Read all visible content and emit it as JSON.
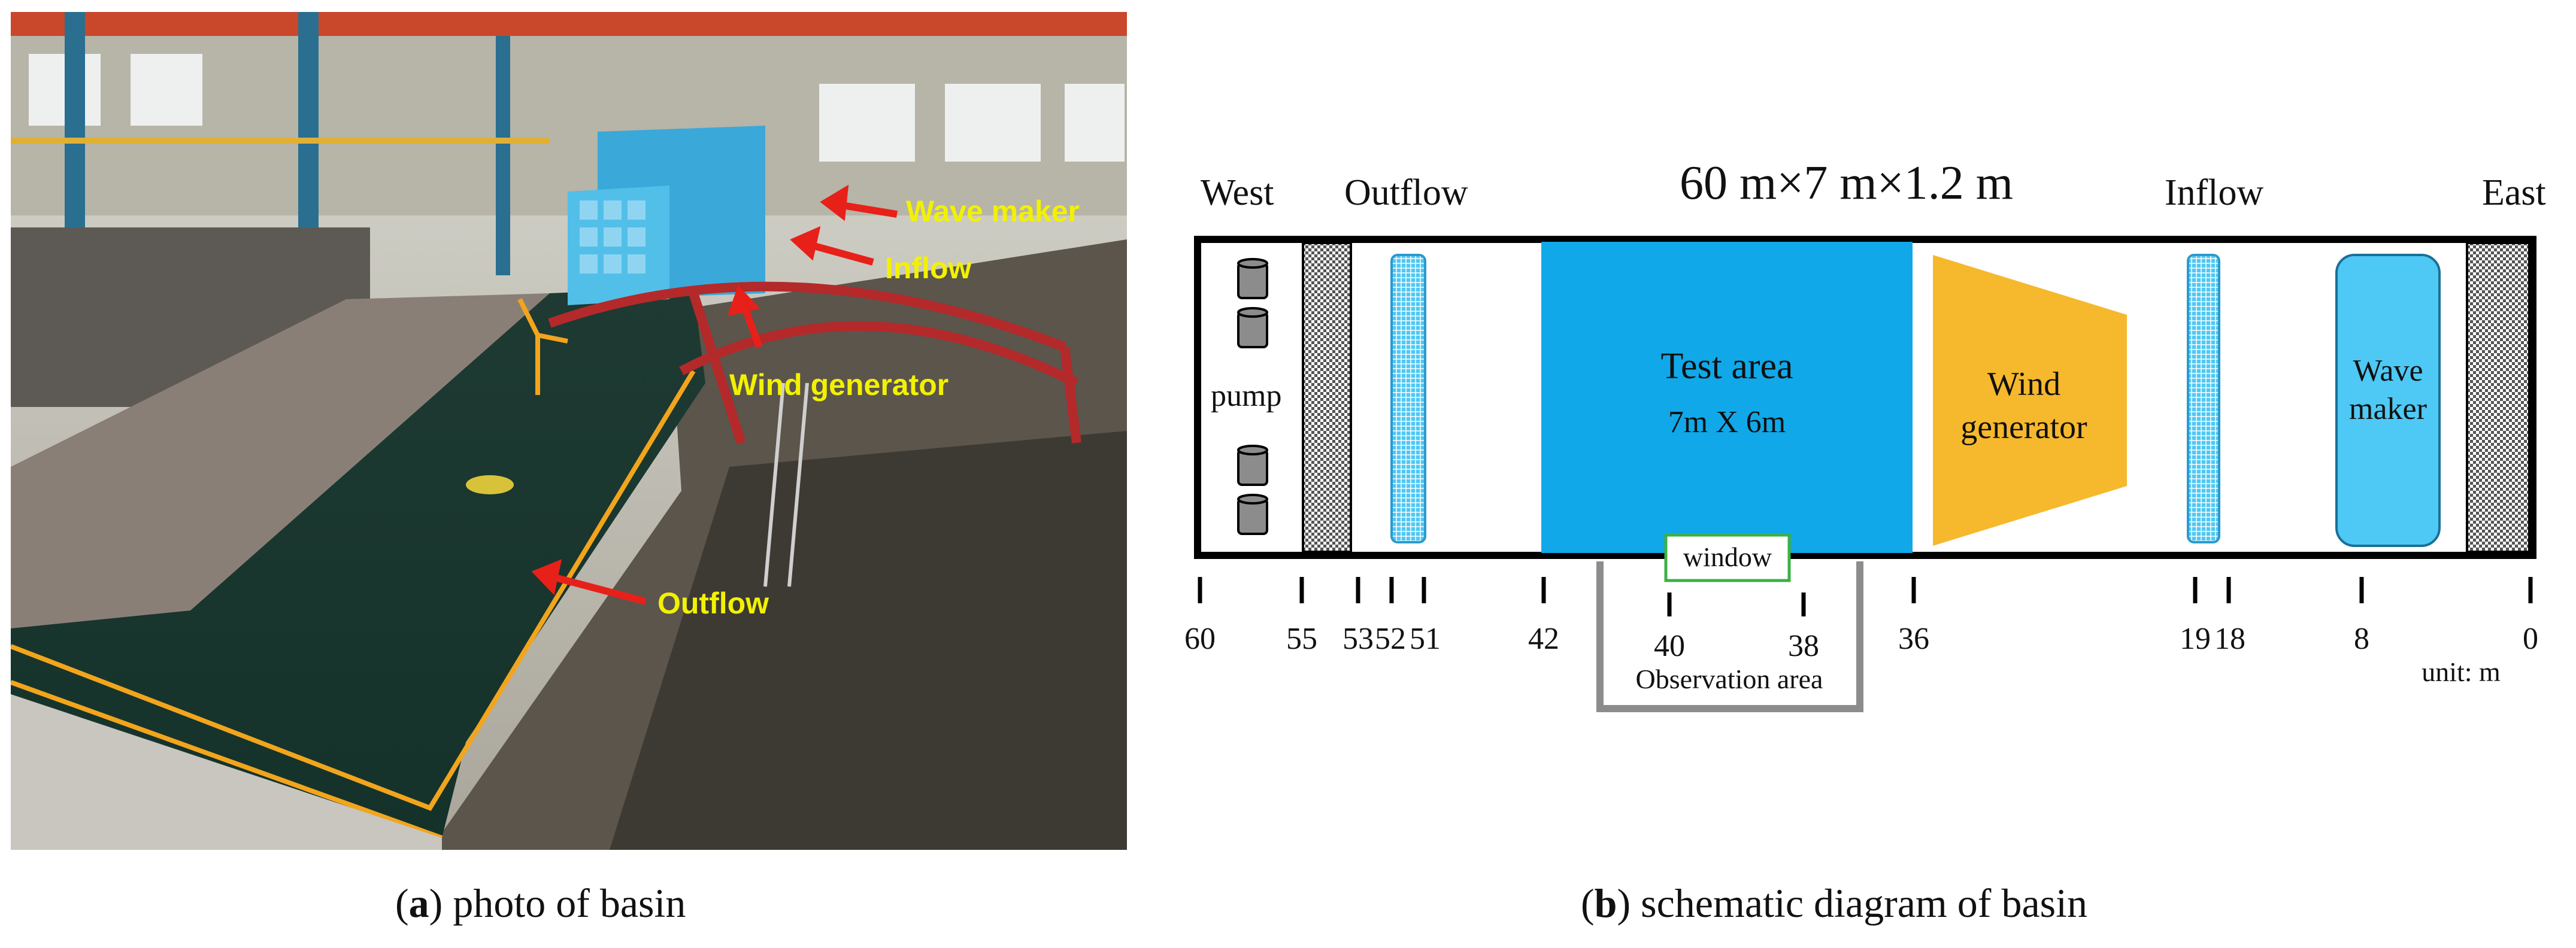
{
  "photo": {
    "labels": {
      "wave_maker": "Wave maker",
      "inflow": "Inflow",
      "wind_generator": "Wind generator",
      "outflow": "Outflow"
    },
    "colors": {
      "label": "#f2f200",
      "arrow": "#e8201a"
    }
  },
  "schematic": {
    "title": "60 m×7 m×1.2 m",
    "direction_labels": {
      "west": "West",
      "outflow": "Outflow",
      "inflow": "Inflow",
      "east": "East"
    },
    "pump_label": "pump",
    "test_area": {
      "line1": "Test area",
      "line2": "7m X 6m"
    },
    "wind_generator": {
      "line1": "Wind",
      "line2": "generator"
    },
    "wave_maker": {
      "line1": "Wave",
      "line2": "maker"
    },
    "window_label": "window",
    "observation_label": "Observation area",
    "ticks": {
      "t60": "60",
      "t55": "55",
      "t53": "53",
      "t52": "52",
      "t51": "51",
      "t42": "42",
      "t40": "40",
      "t38": "38",
      "t36": "36",
      "t19": "19",
      "t18": "18",
      "t8": "8",
      "t0": "0"
    },
    "unit": "unit: m",
    "colors": {
      "test_area": "#10a8e8",
      "wind_generator": "#f6b82c",
      "wave_maker": "#4ec8f4",
      "window_border": "#3cb043",
      "observation_border": "#8c8c8c",
      "mesh": "#4ec8f4"
    }
  },
  "captions": {
    "a_letter": "a",
    "a_text": " photo of basin",
    "b_letter": "b",
    "b_text": " schematic diagram of basin"
  }
}
